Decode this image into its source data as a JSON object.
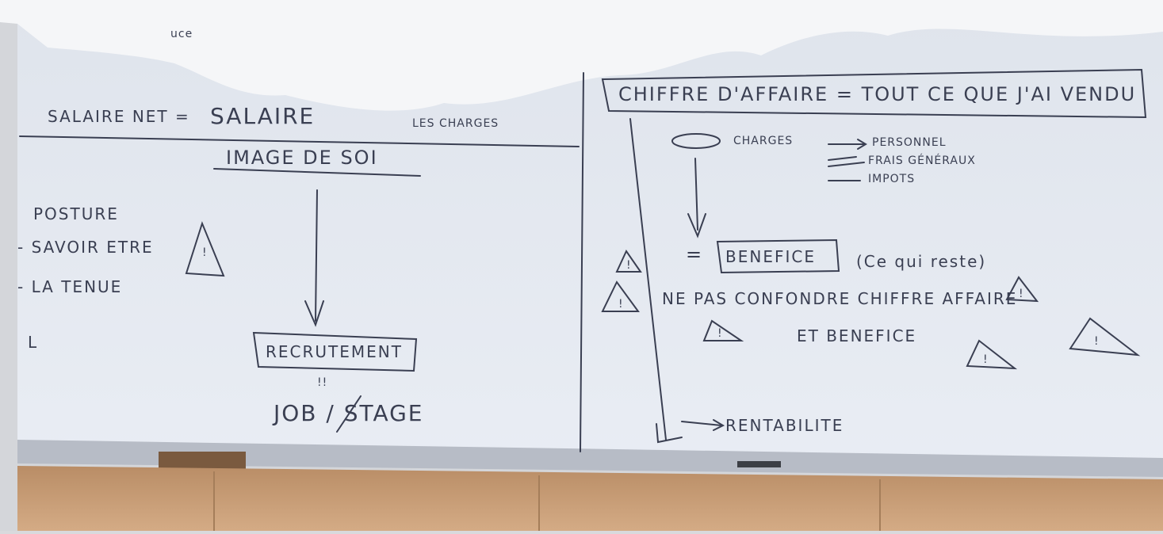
{
  "left_panel": {
    "corner_text": "uce",
    "salaire_line": [
      "SALAIRE NET =",
      "SALAIRE",
      "LES CHARGES"
    ],
    "image_de_soi": "IMAGE DE SOI",
    "list": [
      "POSTURE",
      "- SAVOIR ETRE",
      "- LA TENUE",
      "L"
    ],
    "recrutement": "RECRUTEMENT",
    "arrow_mark": "!!",
    "job_stage": "JOB / STAGE"
  },
  "right_panel": {
    "chiffre_affaire": "CHIFFRE D'AFFAIRE = TOUT CE QUE J'AI VENDU",
    "charges_label": "CHARGES",
    "charges_items": [
      "PERSONNEL",
      "FRAIS GÉNÉRAUX",
      "IMPOTS"
    ],
    "benefice_eq": "=",
    "benefice": "BENEFICE",
    "benefice_note": "(Ce qui reste)",
    "warning_line1": "NE PAS CONFONDRE CHIFFRE AFFAIRE",
    "warning_line2": "ET BENEFICE",
    "rentabilite": "RENTABILITE"
  },
  "colors": {
    "whiteboard": "#e8ecf3",
    "marker": "#3a3f52",
    "wall": "#f6f7f9",
    "frame": "#c8ccd3",
    "wood": "#c9a07a"
  }
}
